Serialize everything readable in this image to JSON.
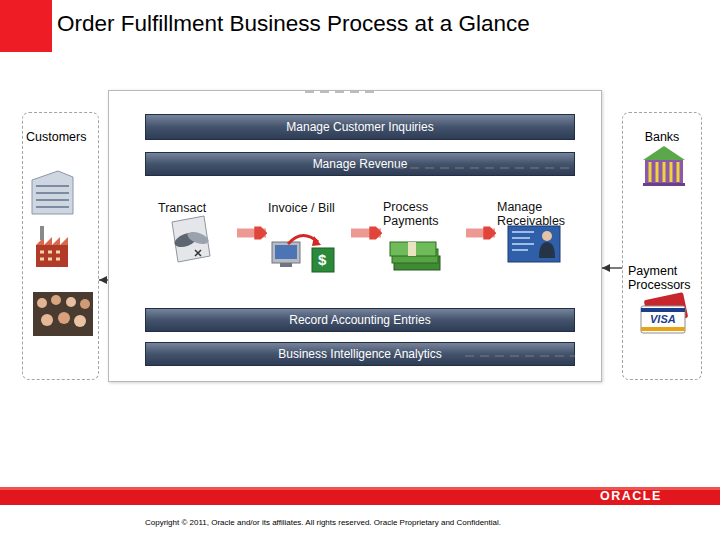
{
  "diagram": {
    "title": "Order Fulfillment Business Process at a Glance",
    "nodes": [
      {
        "text": [
          "Customers"
        ]
      },
      {
        "text": []
      },
      {
        "text": [
          "Manage Customer Inquiries"
        ],
        "in": 1
      },
      {
        "text": [
          "Manage Revenue"
        ],
        "in": 1
      },
      {
        "text": [
          "Transact"
        ],
        "in": 1
      },
      {
        "text": [
          "Invoice / Bill"
        ],
        "in": 1
      },
      {
        "text": [
          "Process Payments"
        ],
        "in": 1
      },
      {
        "text": [
          "Manage Receivables"
        ],
        "in": 1
      },
      {
        "text": [
          "Record Accounting Entries"
        ],
        "in": 1
      },
      {
        "text": [
          "Business Intelligence Analytics"
        ],
        "in": 1
      },
      {
        "text": [
          "Banks",
          "Payment Processors"
        ]
      }
    ],
    "edges": [
      {
        "from": 4,
        "to": 5,
        "arrow": "to"
      },
      {
        "from": 5,
        "to": 6,
        "arrow": "to"
      },
      {
        "from": 6,
        "to": 7,
        "arrow": "to"
      },
      {
        "from": 1,
        "to": 0,
        "arrow": "to"
      },
      {
        "from": 10,
        "to": 1,
        "arrow": "to"
      }
    ],
    "labels": [
      "$",
      "VISA",
      "ORACLE",
      "Copyright © 2011, Oracle and/or its affiliates. All rights reserved. Oracle Proprietary and Confidential."
    ]
  }
}
